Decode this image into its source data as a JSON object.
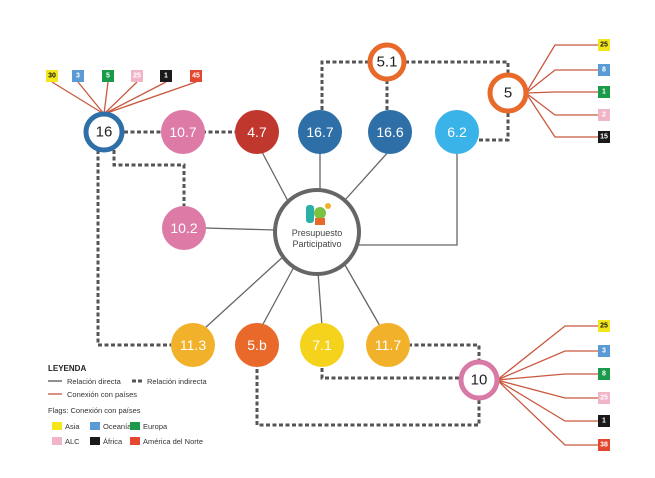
{
  "center": {
    "title_line1": "Presupuesto",
    "title_line2": "Participativo"
  },
  "nodes": {
    "n16": "16",
    "n10_7": "10.7",
    "n4_7": "4.7",
    "n16_7": "16.7",
    "n16_6": "16.6",
    "n6_2": "6.2",
    "n5_1": "5.1",
    "n5": "5",
    "n10_2": "10.2",
    "n11_3": "11.3",
    "n5_b": "5.b",
    "n7_1": "7.1",
    "n11_7": "11.7",
    "n10": "10"
  },
  "flags": {
    "n16": [
      "30",
      "3",
      "5",
      "25",
      "1",
      "45"
    ],
    "n5": [
      "25",
      "8",
      "1",
      "2",
      "15"
    ],
    "n10": [
      "25",
      "3",
      "8",
      "25",
      "1",
      "38"
    ]
  },
  "legend": {
    "title": "LEYENDA",
    "direct": "Relación directa",
    "indirect": "Relación indirecta",
    "countries": "Conexión con países",
    "flags_title": "Flags: Conexión con países",
    "items": [
      "Asia",
      "Oceanía",
      "Europa",
      "ALC",
      "África",
      "América del Norte"
    ]
  },
  "colors": {
    "asia": "#f3e61c",
    "oceania": "#5b9bd5",
    "europa": "#1a9a4a",
    "alc": "#f0b6c8",
    "africa": "#1a1a1a",
    "norteamerica": "#e4472f"
  }
}
